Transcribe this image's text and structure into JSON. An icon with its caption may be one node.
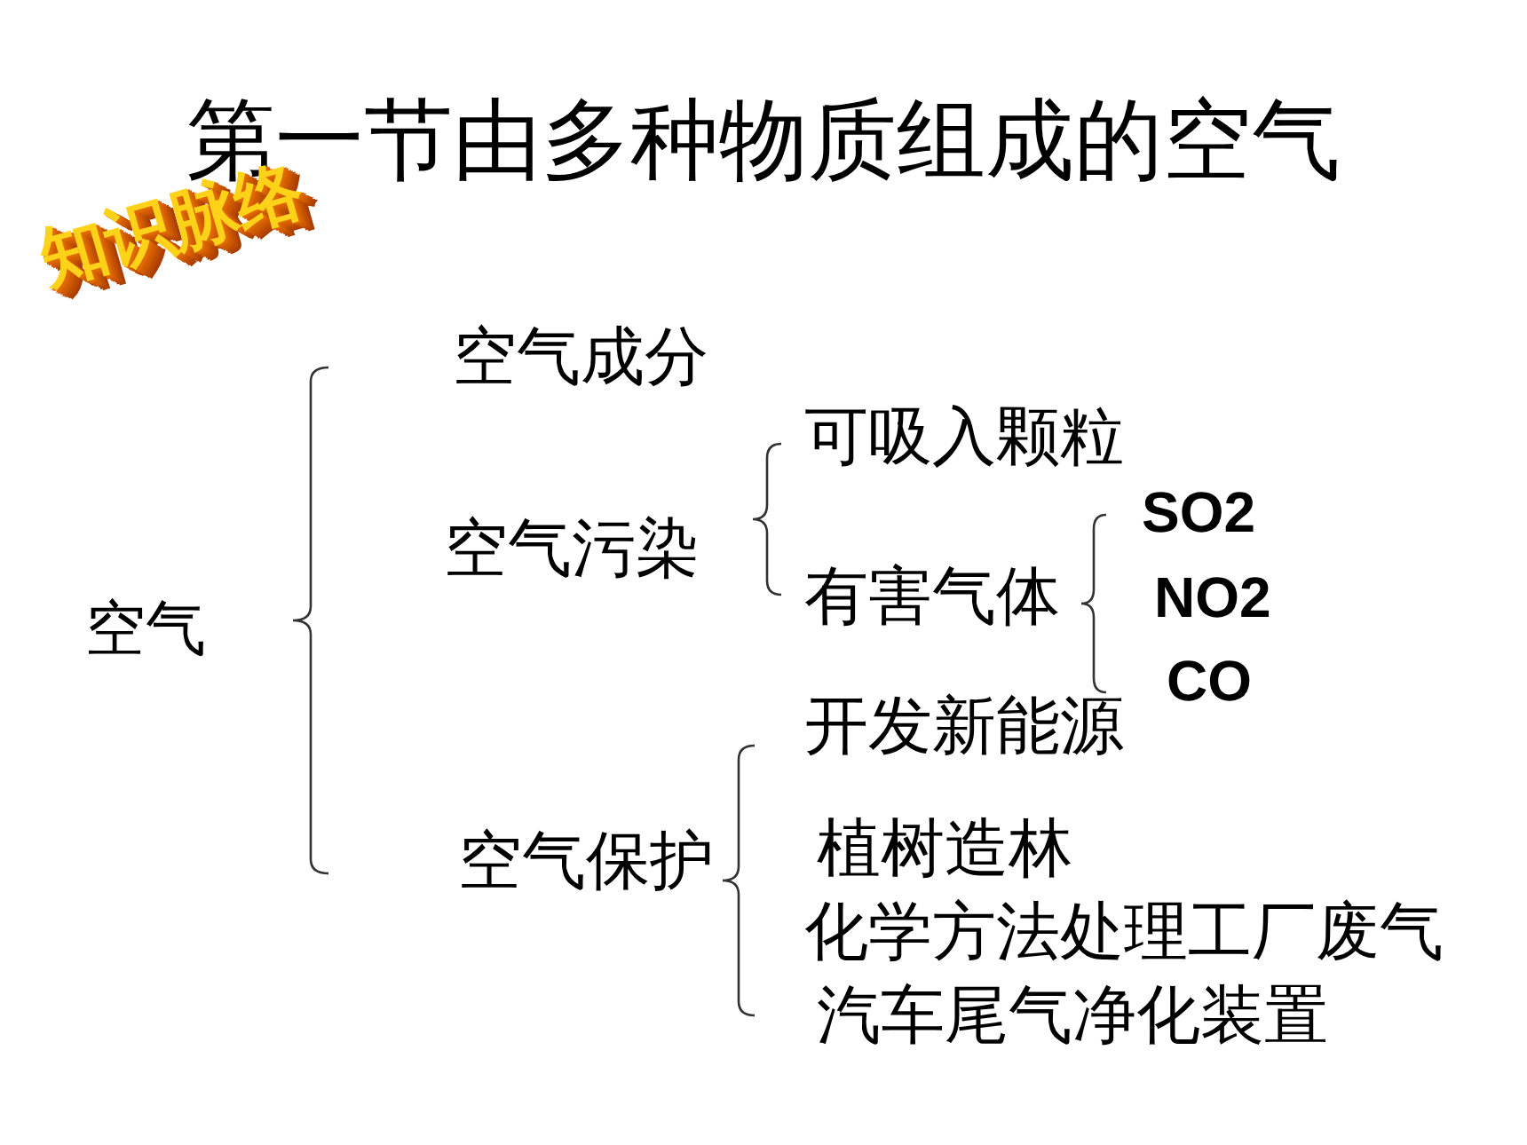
{
  "diagram": {
    "title": "第一节由多种物质组成的空气",
    "labels": [
      "知识脉络",
      "空气",
      "空气成分",
      "空气污染",
      "可吸入颗粒",
      "有害气体",
      "SO2",
      "NO2",
      "CO",
      "空气保护",
      "开发新能源",
      "植树造林",
      "化学方法处理工厂废气",
      "汽车尾气净化装置"
    ]
  }
}
